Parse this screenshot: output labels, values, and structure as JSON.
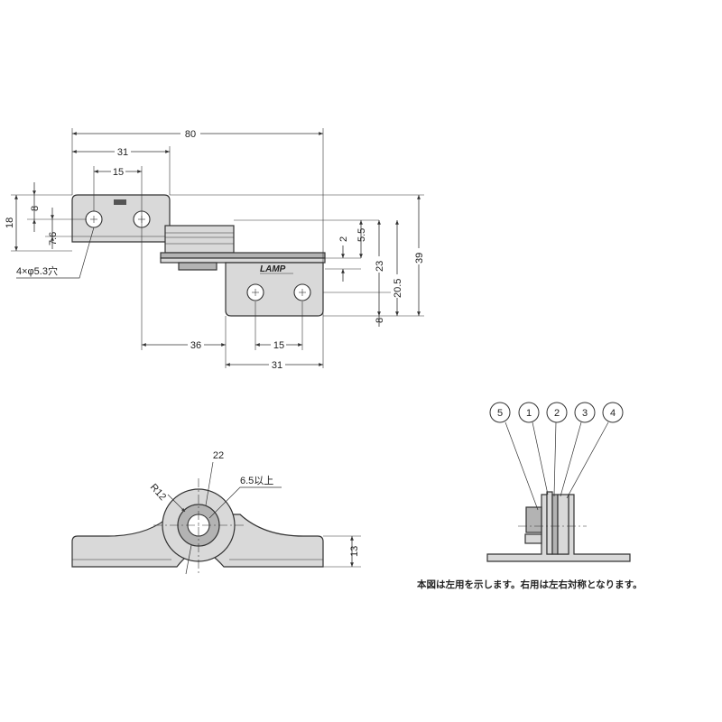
{
  "top_view": {
    "dims": {
      "overall_width": "80",
      "left_plate_width": "31",
      "left_hole_pitch": "15",
      "left_height": "18",
      "left_top_offset": "8",
      "left_hole_offset": "7.6",
      "hole_spec": "4×φ5.3穴",
      "bottom_offset_left": "36",
      "right_hole_pitch": "15",
      "right_plate_width": "31",
      "gap_2": "2",
      "offset_5_5": "5.5",
      "height_23": "23",
      "height_20_5": "20.5",
      "height_39": "39",
      "bottom_8": "8"
    },
    "brand": "LAMP"
  },
  "side_view": {
    "dims": {
      "diameter": "22",
      "radius": "R12",
      "bore": "6.5以上",
      "height": "13"
    }
  },
  "assembly_view": {
    "callouts": [
      "5",
      "1",
      "2",
      "3",
      "4"
    ],
    "note": "本図は左用を示します。右用は左右対称となります。"
  }
}
